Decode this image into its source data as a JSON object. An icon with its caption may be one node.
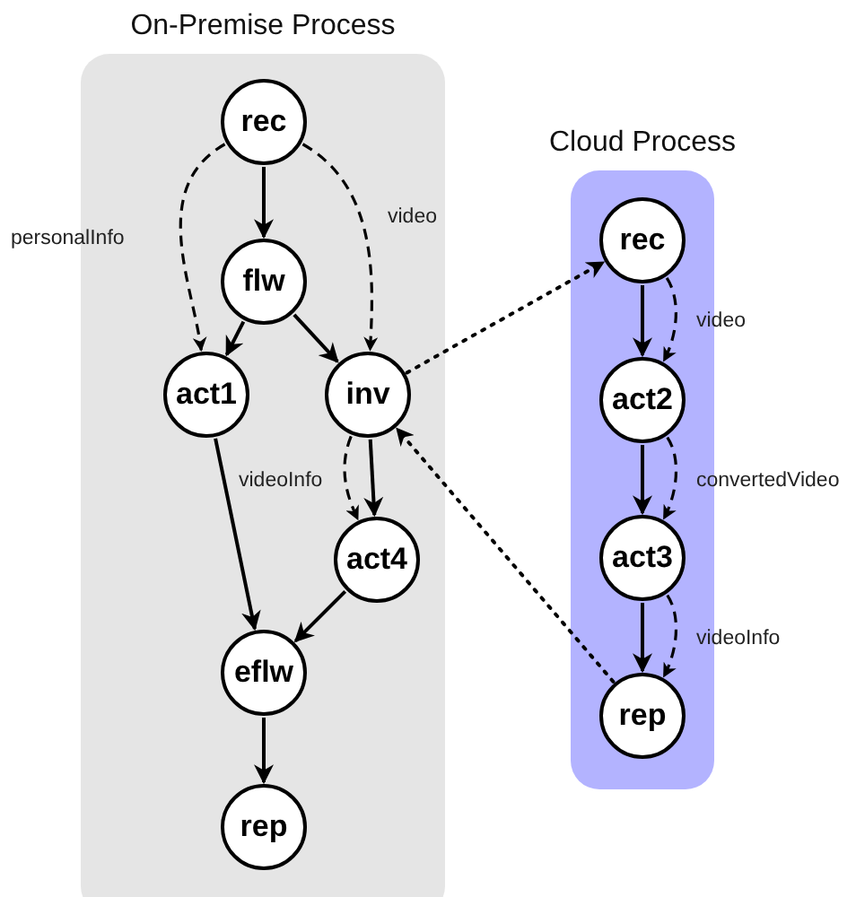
{
  "diagram": {
    "nodes": [
      {
        "text": [
          "On-Premise Process"
        ]
      },
      {
        "text": [
          "rec"
        ],
        "in": 0
      },
      {
        "text": [
          "flw"
        ],
        "in": 0
      },
      {
        "text": [
          "act1"
        ],
        "in": 0
      },
      {
        "text": [
          "inv"
        ],
        "in": 0
      },
      {
        "text": [
          "act4"
        ],
        "in": 0
      },
      {
        "text": [
          "eflw"
        ],
        "in": 0
      },
      {
        "text": [
          "rep"
        ],
        "in": 0
      },
      {
        "text": [
          "Cloud Process"
        ]
      },
      {
        "text": [
          "rec"
        ],
        "in": 8
      },
      {
        "text": [
          "act2"
        ],
        "in": 8
      },
      {
        "text": [
          "act3"
        ],
        "in": 8
      },
      {
        "text": [
          "rep"
        ],
        "in": 8
      }
    ],
    "edges": [
      {
        "from": 1,
        "to": 2,
        "arrow": "to"
      },
      {
        "from": 1,
        "to": 3,
        "arrow": "to",
        "style": "dashed",
        "label": "personalInfo"
      },
      {
        "from": 1,
        "to": 4,
        "arrow": "to",
        "style": "dashed",
        "label": "video"
      },
      {
        "from": 2,
        "to": 3,
        "arrow": "to"
      },
      {
        "from": 2,
        "to": 4,
        "arrow": "to"
      },
      {
        "from": 3,
        "to": 6,
        "arrow": "to"
      },
      {
        "from": 4,
        "to": 5,
        "arrow": "to"
      },
      {
        "from": 4,
        "to": 5,
        "arrow": "to",
        "style": "dashed",
        "label": "videoInfo"
      },
      {
        "from": 5,
        "to": 6,
        "arrow": "to"
      },
      {
        "from": 6,
        "to": 7,
        "arrow": "to"
      },
      {
        "from": 4,
        "to": 9,
        "arrow": "to",
        "style": "dashed"
      },
      {
        "from": 12,
        "to": 4,
        "arrow": "to",
        "style": "dashed"
      },
      {
        "from": 9,
        "to": 10,
        "arrow": "to"
      },
      {
        "from": 9,
        "to": 10,
        "arrow": "to",
        "style": "dashed",
        "label": "video"
      },
      {
        "from": 10,
        "to": 11,
        "arrow": "to"
      },
      {
        "from": 10,
        "to": 11,
        "arrow": "to",
        "style": "dashed",
        "label": "convertedVideo"
      },
      {
        "from": 11,
        "to": 12,
        "arrow": "to"
      },
      {
        "from": 11,
        "to": 12,
        "arrow": "to",
        "style": "dashed",
        "label": "videoInfo"
      }
    ]
  }
}
